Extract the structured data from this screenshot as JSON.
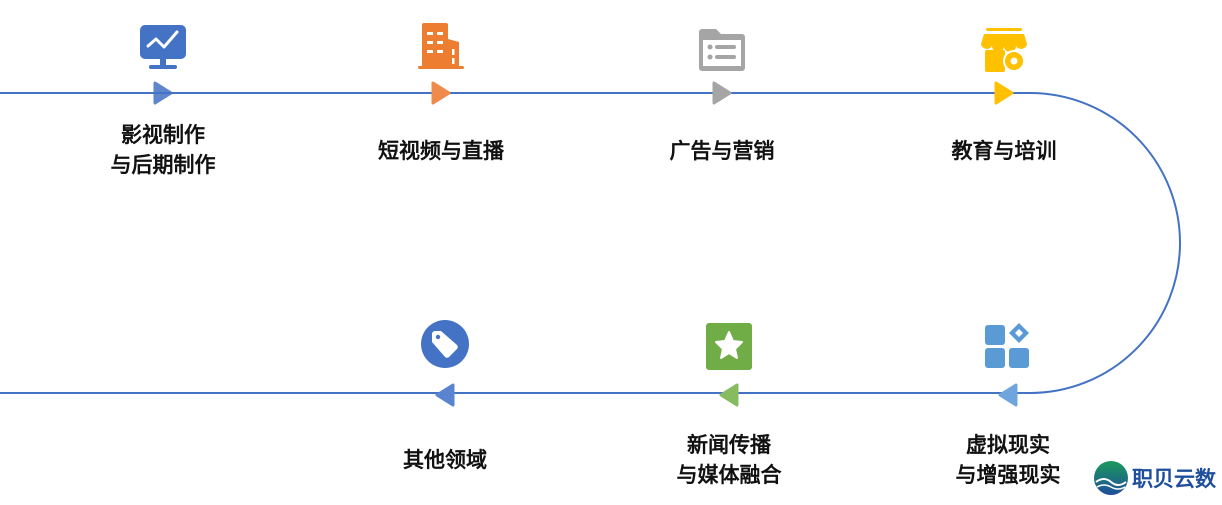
{
  "colors": {
    "line": "#4472c4"
  },
  "top_row": [
    {
      "label": "影视制作\n与后期制作",
      "icon": "monitor-chart-icon",
      "color": "#4472c4"
    },
    {
      "label": "短视频与直播",
      "icon": "building-icon",
      "color": "#ed7d31"
    },
    {
      "label": "广告与营销",
      "icon": "folder-list-icon",
      "color": "#a5a5a5"
    },
    {
      "label": "教育与培训",
      "icon": "shop-gear-icon",
      "color": "#ffc000"
    }
  ],
  "bottom_row": [
    {
      "label": "虚拟现实\n与增强现实",
      "icon": "apps-grid-icon",
      "color": "#5b9bd5"
    },
    {
      "label": "新闻传播\n与媒体融合",
      "icon": "star-icon",
      "color": "#70ad47"
    },
    {
      "label": "其他领域",
      "icon": "tag-icon",
      "color": "#4472c4"
    }
  ],
  "logo": {
    "text": "职贝云数"
  }
}
